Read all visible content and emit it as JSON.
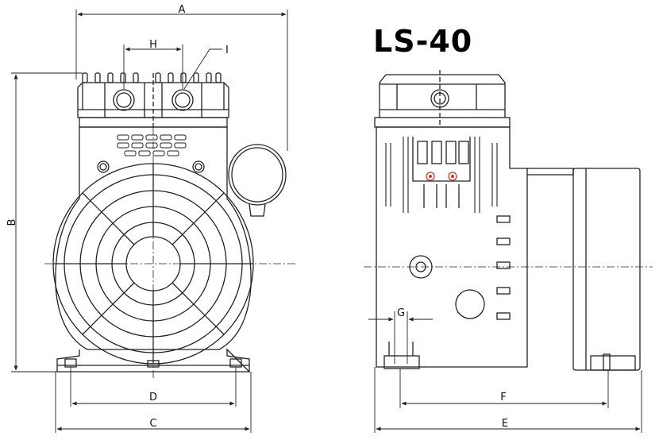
{
  "model": "LS-40",
  "dimensions": {
    "A": "A",
    "B": "B",
    "C": "C",
    "D": "D",
    "E": "E",
    "F": "F",
    "G": "G",
    "H": "H",
    "I": "I"
  }
}
